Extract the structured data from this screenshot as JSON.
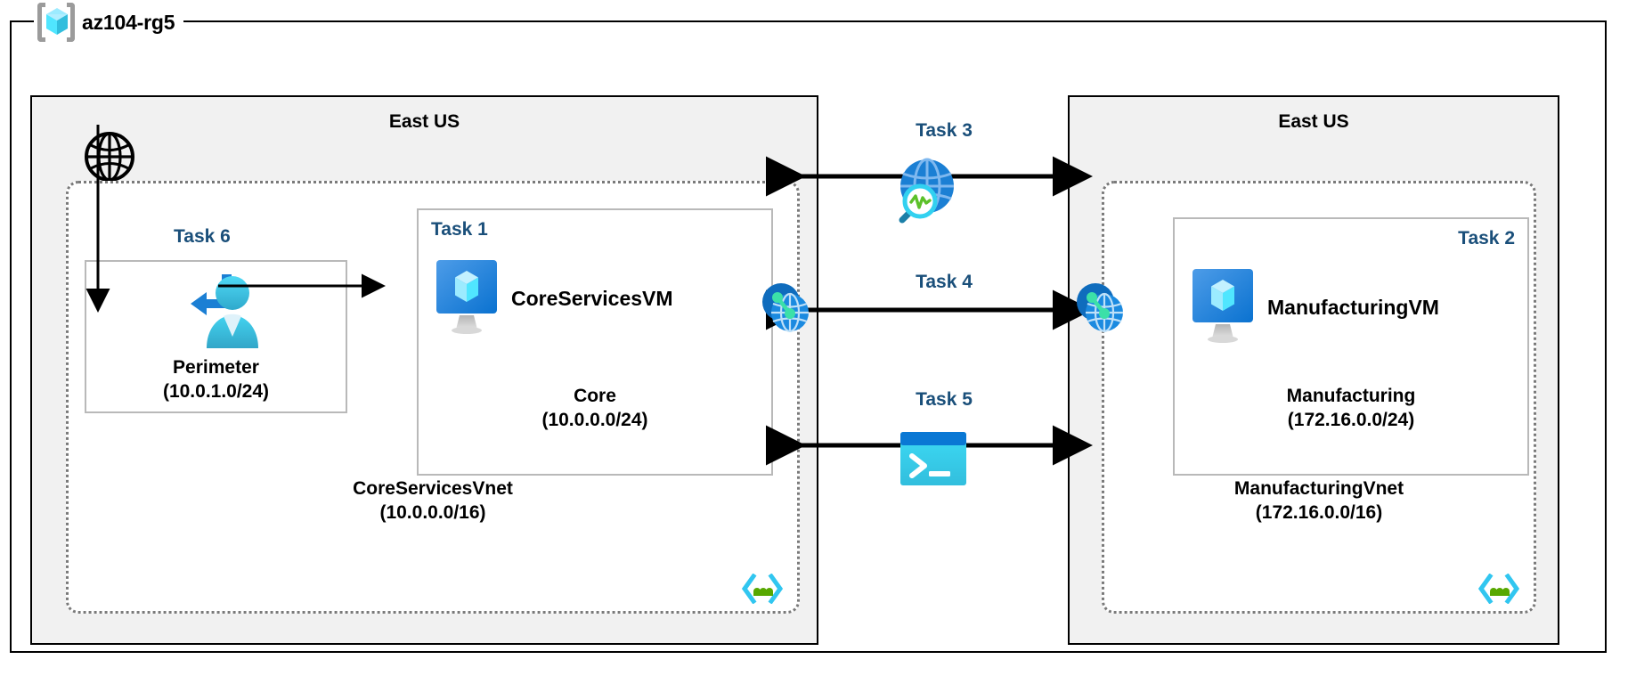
{
  "resource_group": {
    "name": "az104-rg5",
    "icon": "resource-group-icon"
  },
  "regions": [
    {
      "id": "left",
      "title": "East US"
    },
    {
      "id": "right",
      "title": "East US"
    }
  ],
  "left_region": {
    "internet_icon": "globe-icon",
    "vnet": {
      "name": "CoreServicesVnet",
      "cidr": "(10.0.0.0/16)",
      "corner_icon": "subnet-code-icon"
    },
    "subnets": [
      {
        "id": "perimeter",
        "task": "Task 6",
        "name": "Perimeter",
        "cidr": "(10.0.1.0/24)",
        "icon": "bastion-icon"
      },
      {
        "id": "core",
        "task": "Task 1",
        "name": "Core",
        "cidr": "(10.0.0.0/24)",
        "vm_name": "CoreServicesVM",
        "icon": "virtual-machine-icon"
      }
    ]
  },
  "right_region": {
    "vnet": {
      "name": "ManufacturingVnet",
      "cidr": "(172.16.0.0/16)",
      "corner_icon": "subnet-code-icon"
    },
    "subnets": [
      {
        "id": "manufacturing",
        "task": "Task 2",
        "name": "Manufacturing",
        "cidr": "(172.16.0.0/24)",
        "vm_name": "ManufacturingVM",
        "icon": "virtual-machine-icon"
      }
    ]
  },
  "center_tasks": [
    {
      "id": "task3",
      "label": "Task 3",
      "icon": "network-watcher-icon"
    },
    {
      "id": "task4",
      "label": "Task 4",
      "icon": "vnet-peering-icon"
    },
    {
      "id": "task5",
      "label": "Task 5",
      "icon": "cloud-shell-icon"
    }
  ],
  "peering_endpoints": [
    {
      "id": "left-peering",
      "icon": "vnet-peering-icon"
    },
    {
      "id": "right-peering",
      "icon": "vnet-peering-icon"
    }
  ],
  "colors": {
    "task_text": "#1a4f7a",
    "region_fill": "#f1f1f1",
    "azure_blue": "#0078d4",
    "azure_cyan": "#32bedd",
    "vnet_border": "#7a7a7a",
    "subnet_border": "#b9b9b9",
    "connector": "#000000"
  }
}
